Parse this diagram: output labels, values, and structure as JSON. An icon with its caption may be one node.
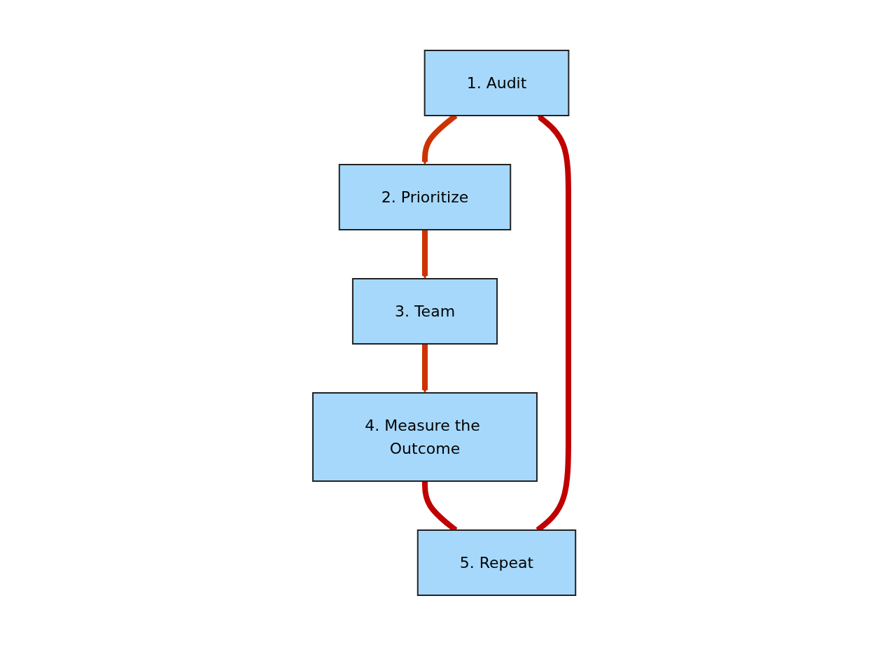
{
  "diagram": {
    "nodes": [
      {
        "text": [
          "1. Audit"
        ]
      },
      {
        "text": [
          "2. Prioritize"
        ]
      },
      {
        "text": [
          "3. Team"
        ]
      },
      {
        "text": [
          "4. Measure the Outcome"
        ]
      },
      {
        "text": [
          "5. Repeat"
        ]
      }
    ],
    "edges": [
      {
        "from": 0,
        "to": 1,
        "arrow": "to"
      },
      {
        "from": 1,
        "to": 2,
        "arrow": "to"
      },
      {
        "from": 2,
        "to": 3,
        "arrow": "to"
      },
      {
        "from": 3,
        "to": 4,
        "arrow": "none",
        "color": "#c00000"
      },
      {
        "from": 4,
        "to": 0,
        "arrow": "to",
        "color": "#c00000"
      }
    ]
  }
}
